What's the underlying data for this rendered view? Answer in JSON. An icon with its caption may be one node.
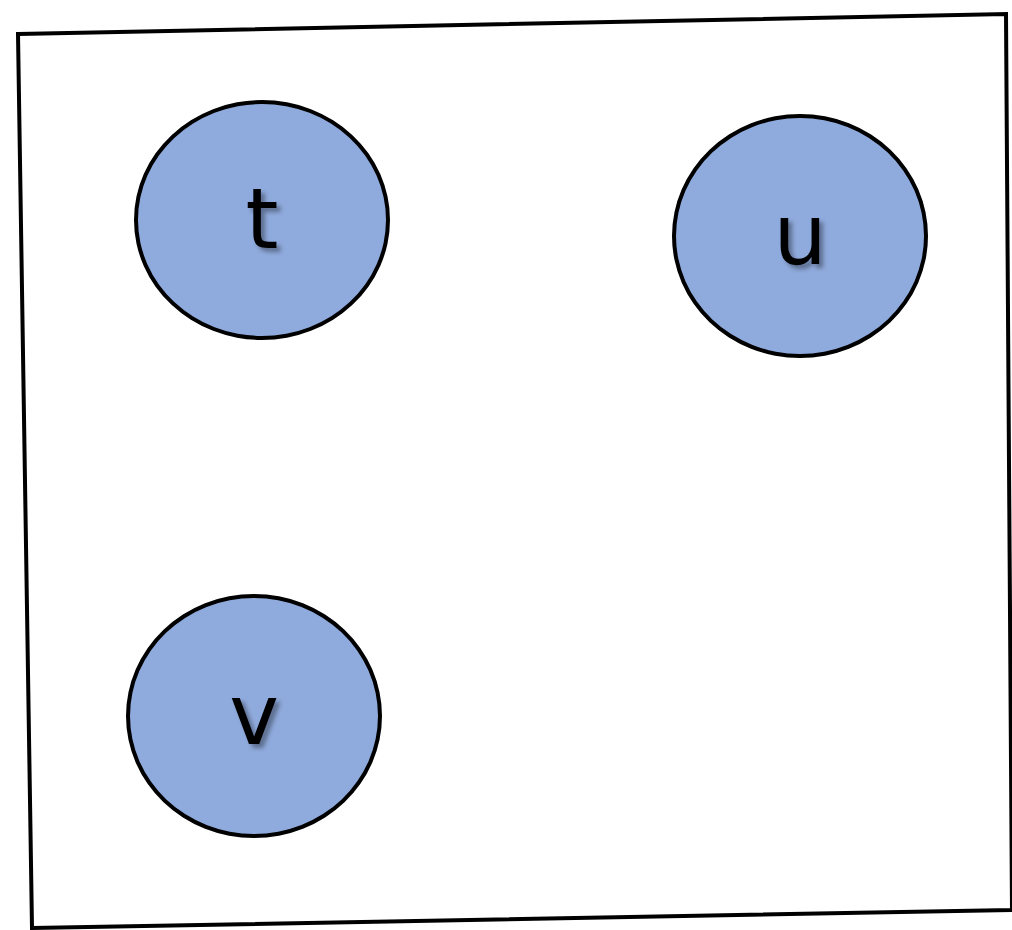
{
  "diagram": {
    "nodes": [
      {
        "text": [
          "t"
        ]
      },
      {
        "text": [
          "u"
        ]
      },
      {
        "text": [
          "v"
        ]
      }
    ]
  }
}
